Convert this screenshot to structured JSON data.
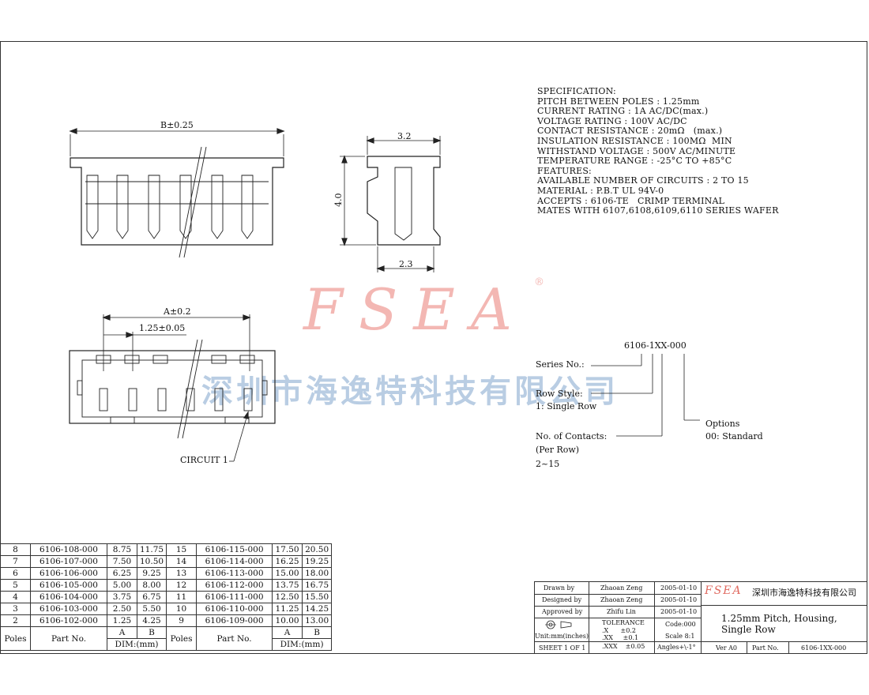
{
  "spec": {
    "lines": [
      "SPECIFICATION:",
      "PITCH BETWEEN POLES : 1.25mm",
      "CURRENT RATING : 1A AC/DC(max.)",
      "VOLTAGE RATING : 100V AC/DC",
      "CONTACT RESISTANCE : 20mΩ   (max.)",
      "INSULATION RESISTANCE : 100MΩ  MIN",
      "WITHSTAND VOLTAGE : 500V AC/MINUTE",
      "TEMPERATURE RANGE : -25°C TO +85°C",
      "FEATURES:",
      "AVAILABLE NUMBER OF CIRCUITS : 2 TO 15",
      "MATERIAL : P.B.T UL 94V-0",
      "ACCEPTS : 6106-TE   CRIMP TERMINAL",
      "MATES WITH 6107,6108,6109,6110 SERIES WAFER"
    ]
  },
  "dims": {
    "b": "B±0.25",
    "w32": "3.2",
    "h40": "4.0",
    "w23": "2.3",
    "a": "A±0.2",
    "pitch": "1.25±0.05",
    "circuit1": "CIRCUIT 1"
  },
  "watermark": {
    "brand": "FSEA",
    "reg": "®",
    "company": "深圳市海逸特科技有限公司"
  },
  "partcode": {
    "code": "6106-1XX-000",
    "series_label": "Series No.:",
    "row_style_label": "Row Style:",
    "row_style_value": "1: Single Row",
    "contacts_label": "No. of Contacts:",
    "contacts_per_row": "(Per Row)",
    "contacts_range": "2~15",
    "options_label": "Options",
    "options_value": "00: Standard"
  },
  "parts_table": {
    "rows": [
      [
        "8",
        "6106-108-000",
        "8.75",
        "11.75",
        "15",
        "6106-115-000",
        "17.50",
        "20.50"
      ],
      [
        "7",
        "6106-107-000",
        "7.50",
        "10.50",
        "14",
        "6106-114-000",
        "16.25",
        "19.25"
      ],
      [
        "6",
        "6106-106-000",
        "6.25",
        "9.25",
        "13",
        "6106-113-000",
        "15.00",
        "18.00"
      ],
      [
        "5",
        "6106-105-000",
        "5.00",
        "8.00",
        "12",
        "6106-112-000",
        "13.75",
        "16.75"
      ],
      [
        "4",
        "6106-104-000",
        "3.75",
        "6.75",
        "11",
        "6106-111-000",
        "12.50",
        "15.50"
      ],
      [
        "3",
        "6106-103-000",
        "2.50",
        "5.50",
        "10",
        "6106-110-000",
        "11.25",
        "14.25"
      ],
      [
        "2",
        "6106-102-000",
        "1.25",
        "4.25",
        "9",
        "6106-109-000",
        "10.00",
        "13.00"
      ]
    ],
    "header": {
      "poles": "Poles",
      "part_no": "Part No.",
      "a": "A",
      "b": "B",
      "dim": "DIM:(mm)"
    }
  },
  "title_block": {
    "drawn_by_label": "Drawn    by",
    "drawn_by": "Zhaoan Zeng",
    "drawn_date": "2005-01-10",
    "designed_by_label": "Designed by",
    "designed_by": "Zhaoan Zeng",
    "designed_date": "2005-01-10",
    "approved_by_label": "Approved by",
    "approved_by": "Zhifu Lin",
    "approved_date": "2005-01-10",
    "units": "Unit:mm(inches)",
    "tolerance_label": "TOLERANCE",
    "tol_x": ".X      ±0.2",
    "tol_xx": ".XX     ±0.1",
    "tol_xxx": ".XXX    ±0.05",
    "code": "Code:000",
    "scale": "Scale 8:1",
    "angles": "Angles+\\-1°",
    "sheet": "SHEET 1 OF 1",
    "logo_brand": "FSEA",
    "logo_company": "深圳市海逸特科技有限公司",
    "title_line1": "1.25mm Pitch, Housing,",
    "title_line2": "Single Row",
    "ver": "Ver A0",
    "part_no_label": "Part No.",
    "part_no": "6106-1XX-000"
  },
  "colors": {
    "watermark_red": "#f3b7b3",
    "watermark_blue": "#b9cde3",
    "line": "#333333"
  }
}
